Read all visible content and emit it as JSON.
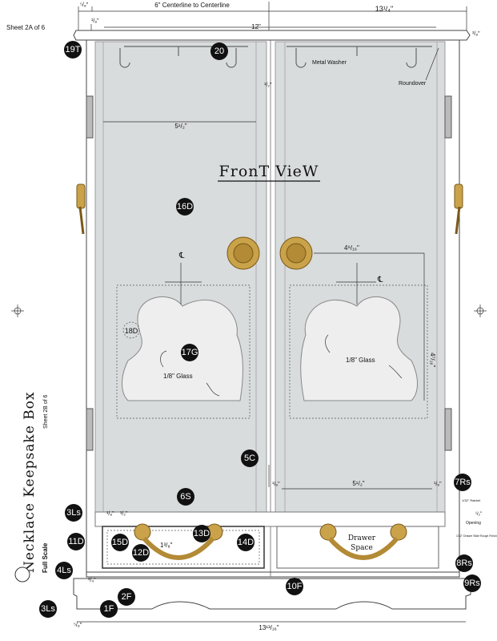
{
  "sheet_top": "Sheet 2A of 6",
  "title": "Necklace Keepsake Box",
  "sheet_side": "Sheet 2B of 6",
  "scale_note": "Full Scale",
  "view_title": "FronT VieW",
  "dimensions": {
    "centerline_to_centerline": "6\" Centerline to Centerline",
    "overall_top": "13¹/₄\"",
    "top_left_a": "⁵/₈\"",
    "top_left_b": "¹/₈\"",
    "top_right": "³/₈\"",
    "twelve": "12\"",
    "eighth_1": "¹/₈\"",
    "half_mid": "¹/₂\"",
    "five_half_upper": "5¹/₂\"",
    "four_9_16": "4⁹/₁₆\"",
    "four_7_16": "4⁷/₁₆\"",
    "five_half_lower": "5¹/₂\"",
    "eighth_left": "¹/₈\"",
    "eighth_right": "¹/₈\"",
    "eighth_rail_l": "¹/₈\"",
    "half_rail": "¹/₂\"",
    "drawer_one_half": "1³/₈\"",
    "base_three_quarter": "³/₄\"",
    "base_left": "⁵/₈\"",
    "overall_bottom": "13¹³/₁₆\"",
    "rabbet_note": "1/32\" Rabbet",
    "half_right": "¹/₂\"",
    "opening_note": "Opening",
    "drawer_slide_note": "1/32\" Drawer Slide Rough Finish"
  },
  "labels": {
    "metal_washer": "Metal Washer",
    "roundover": "Roundover",
    "glass_left": "1/8\" Glass",
    "glass_right": "1/8\" Glass",
    "drawer_space_1": "Drawer",
    "drawer_space_2": "Space",
    "centerline": "℄"
  },
  "callouts": {
    "c19T": "19T",
    "c20": "20",
    "c16D": "16D",
    "c18D": "18D",
    "c17G": "17G",
    "c5C": "5C",
    "c6S": "6S",
    "c7RS": "7Rs",
    "c3LS_top": "3Ls",
    "c11D": "11D",
    "c15D": "15D",
    "c12D": "12D",
    "c13D": "13D",
    "c14D": "14D",
    "c8RS": "8Rs",
    "c4LS": "4Ls",
    "c9RS": "9Rs",
    "c10F": "10F",
    "c2F": "2F",
    "c3LS_bot": "3Ls",
    "c1F": "1F"
  },
  "colors": {
    "panel": "#d9dcdd",
    "brass": "#c9a24a",
    "glass": "#eeeeee"
  }
}
